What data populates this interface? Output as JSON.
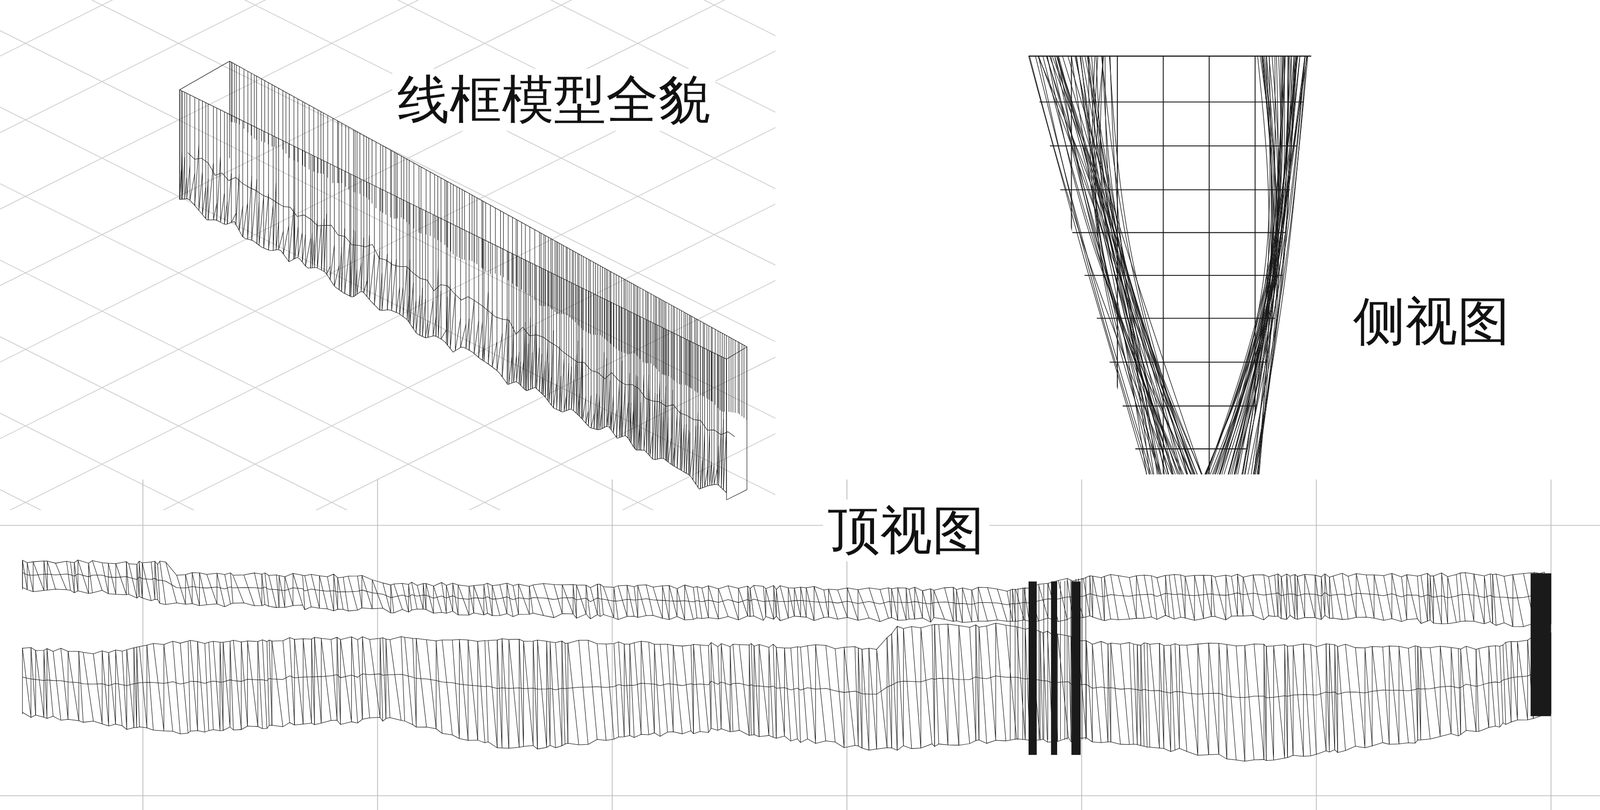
{
  "diagram": {
    "labels": [
      "线框模型全貌",
      "侧视图",
      "顶视图"
    ]
  }
}
